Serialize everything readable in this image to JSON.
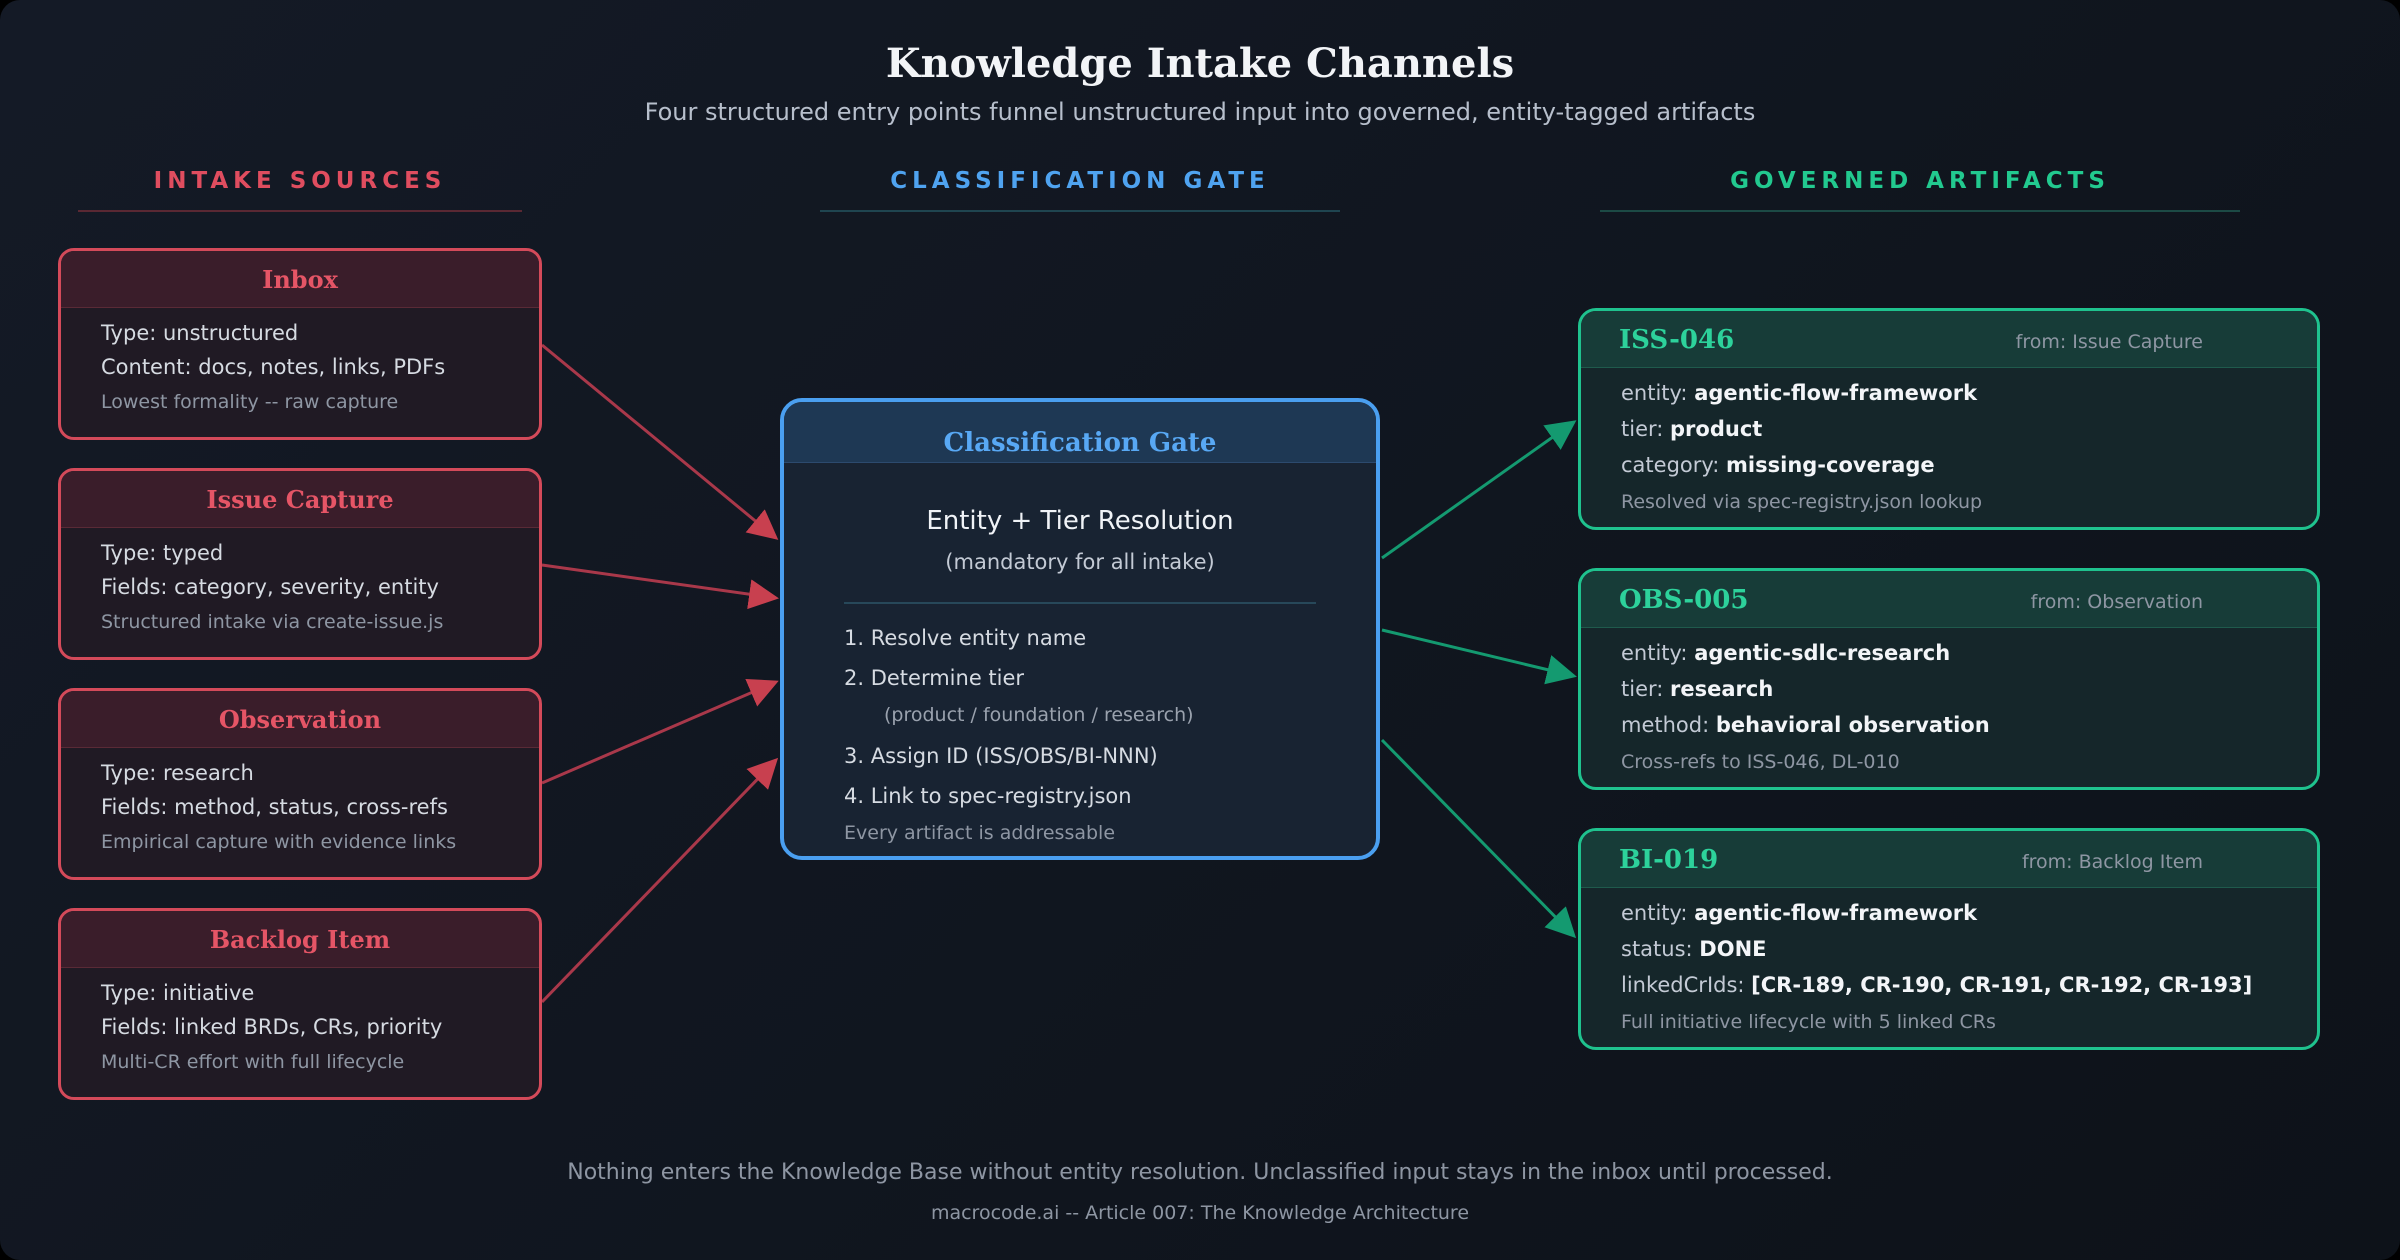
{
  "title": "Knowledge Intake Channels",
  "subtitle": "Four structured entry points funnel unstructured input into governed, entity-tagged artifacts",
  "columns": {
    "sources": "INTAKE SOURCES",
    "gate": "CLASSIFICATION GATE",
    "artifacts": "GOVERNED ARTIFACTS"
  },
  "colors": {
    "source": "#d44a5a",
    "gate": "#4a9ff0",
    "artifact": "#1fc28e"
  },
  "sources": [
    {
      "name": "Inbox",
      "line1": "Type: unstructured",
      "line2": "Content: docs, notes, links, PDFs",
      "note": "Lowest formality -- raw capture"
    },
    {
      "name": "Issue Capture",
      "line1": "Type: typed",
      "line2": "Fields: category, severity, entity",
      "note": "Structured intake via create-issue.js"
    },
    {
      "name": "Observation",
      "line1": "Type: research",
      "line2": "Fields: method, status, cross-refs",
      "note": "Empirical capture with evidence links"
    },
    {
      "name": "Backlog Item",
      "line1": "Type: initiative",
      "line2": "Fields: linked BRDs, CRs, priority",
      "note": "Multi-CR effort with full lifecycle"
    }
  ],
  "gate": {
    "name": "Classification Gate",
    "heading": "Entity + Tier Resolution",
    "subheading": "(mandatory for all intake)",
    "step1": "1. Resolve entity name",
    "step2": "2. Determine tier",
    "step2_detail": "(product / foundation / research)",
    "step3": "3. Assign ID (ISS/OBS/BI-NNN)",
    "step4": "4. Link to spec-registry.json",
    "note": "Every artifact is addressable"
  },
  "artifacts": [
    {
      "id": "ISS-046",
      "from": "from: Issue Capture",
      "f1_key": "entity:",
      "f1_val": "agentic-flow-framework",
      "f2_key": "tier:",
      "f2_val": "product",
      "f3_key": "category:",
      "f3_val": "missing-coverage",
      "note": "Resolved via spec-registry.json lookup"
    },
    {
      "id": "OBS-005",
      "from": "from: Observation",
      "f1_key": "entity:",
      "f1_val": "agentic-sdlc-research",
      "f2_key": "tier:",
      "f2_val": "research",
      "f3_key": "method:",
      "f3_val": "behavioral observation",
      "note": "Cross-refs to ISS-046, DL-010"
    },
    {
      "id": "BI-019",
      "from": "from: Backlog Item",
      "f1_key": "entity:",
      "f1_val": "agentic-flow-framework",
      "f2_key": "status:",
      "f2_val": "DONE",
      "f3_key": "linkedCrIds:",
      "f3_val": "[CR-189, CR-190, CR-191, CR-192, CR-193]",
      "note": "Full initiative lifecycle with 5 linked CRs"
    }
  ],
  "footer": {
    "statement": "Nothing enters the Knowledge Base without entity resolution. Unclassified input stays in the inbox until processed.",
    "credit": "macrocode.ai -- Article 007: The Knowledge Architecture"
  }
}
